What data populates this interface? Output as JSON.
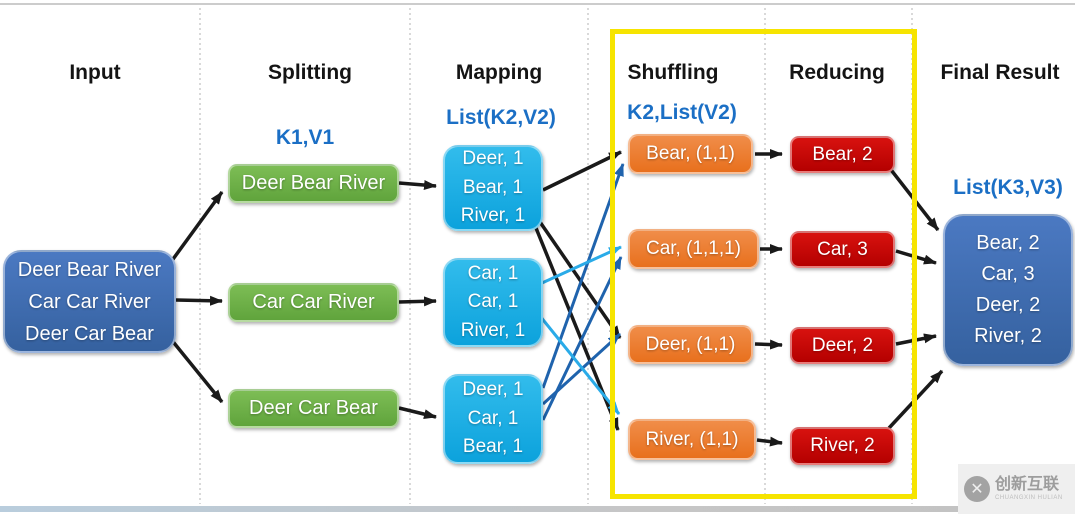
{
  "columns": [
    {
      "label": "Input"
    },
    {
      "label": "Splitting"
    },
    {
      "label": "Mapping"
    },
    {
      "label": "Shuffling"
    },
    {
      "label": "Reducing"
    },
    {
      "label": "Final Result"
    }
  ],
  "stage_labels": {
    "splitting": "K1,V1",
    "mapping": "List(K2,V2)",
    "shuffling": "K2,List(V2)",
    "final": "List(K3,V3)"
  },
  "input_box": {
    "lines": [
      "Deer Bear River",
      "Car Car River",
      "Deer Car Bear"
    ]
  },
  "split_boxes": [
    "Deer Bear River",
    "Car Car River",
    "Deer Car Bear"
  ],
  "map_boxes": [
    [
      "Deer, 1",
      "Bear, 1",
      "River, 1"
    ],
    [
      "Car, 1",
      "Car, 1",
      "River, 1"
    ],
    [
      "Deer, 1",
      "Car, 1",
      "Bear, 1"
    ]
  ],
  "shuffle_boxes": [
    "Bear, (1,1)",
    "Car, (1,1,1)",
    "Deer, (1,1)",
    "River, (1,1)"
  ],
  "reduce_boxes": [
    "Bear, 2",
    "Car, 3",
    "Deer, 2",
    "River, 2"
  ],
  "final_box": {
    "lines": [
      "Bear, 2",
      "Car, 3",
      "Deer, 2",
      "River, 2"
    ]
  },
  "watermark": {
    "logo_glyph": "✕",
    "text": "创新互联",
    "subtext": "CHUANGXIN HULIAN"
  },
  "colors": {
    "input_box": "#3a6ab4",
    "split_box": "#6cae45",
    "map_box": "#17ace2",
    "shuffle_box": "#ec7b30",
    "reduce_box": "#c60404",
    "final_box": "#4070b7",
    "highlight_border": "#f6e400",
    "label_blue": "#1b6fc5",
    "arrow_black": "#1a1a1a",
    "arrow_dark_blue": "#1f63ad",
    "arrow_light_blue": "#2aabe8"
  }
}
